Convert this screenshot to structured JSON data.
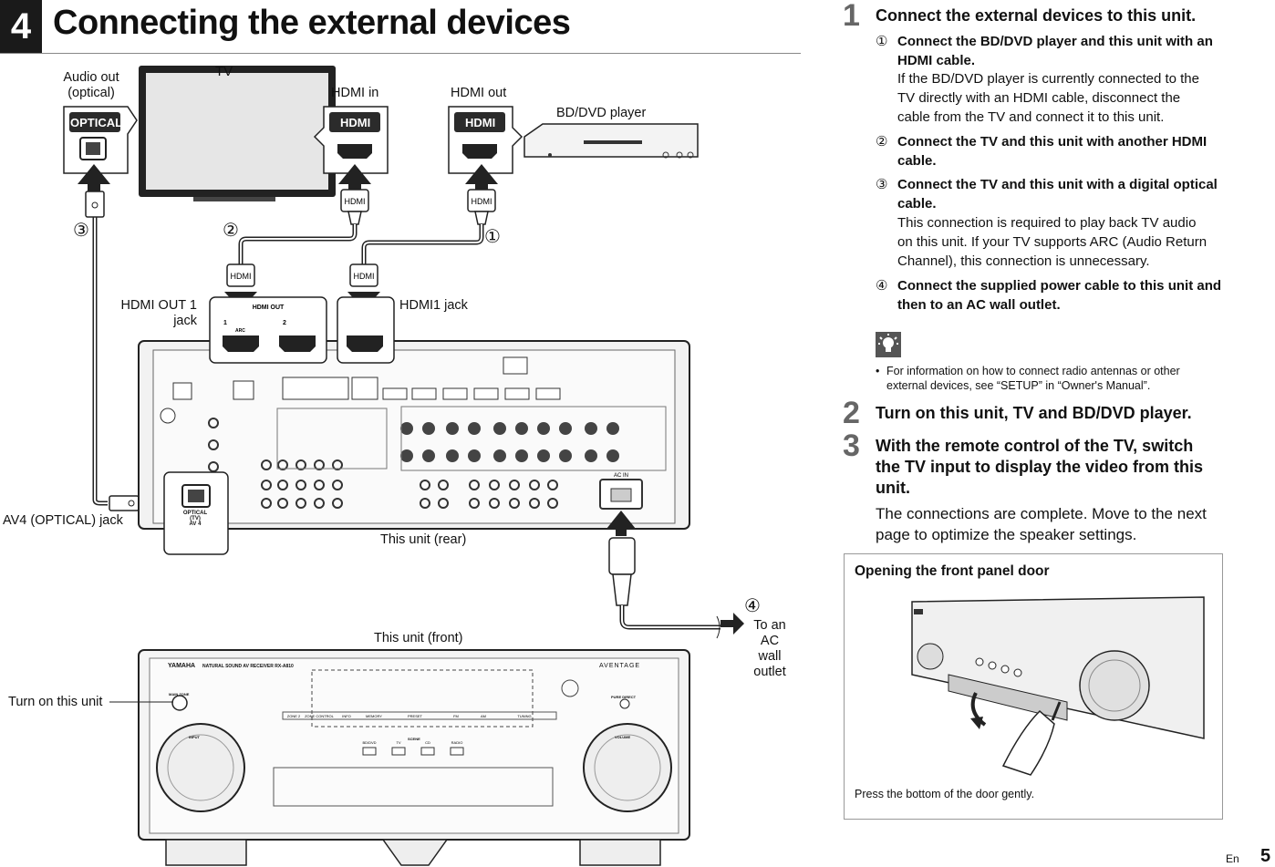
{
  "header": {
    "section_number": "4",
    "title": "Connecting the external devices"
  },
  "diagram": {
    "tv_label": "TV",
    "audio_out_label_line1": "Audio out",
    "audio_out_label_line2": "(optical)",
    "optical_badge": "OPTICAL",
    "hdmi_in_label": "HDMI in",
    "hdmi_out_label": "HDMI out",
    "hdmi_badge": "HDMI",
    "bd_label": "BD/DVD player",
    "plug_label": "HDMI",
    "marker_1": "①",
    "marker_2": "②",
    "marker_3": "③",
    "marker_4": "④",
    "hdmi_out1_jack_line1": "HDMI OUT 1",
    "hdmi_out1_jack_line2": "jack",
    "hdmi1_jack": "HDMI1 jack",
    "hdmi_out_panel": "HDMI OUT",
    "panel_1": "1",
    "panel_2": "2",
    "panel_arc": "ARC",
    "av4_optical_jack": "AV4 (OPTICAL) jack",
    "optical_tv_av4": [
      "OPTICAL",
      "(TV)",
      "AV 4"
    ],
    "rear_label": "This unit (rear)",
    "front_label": "This unit (front)",
    "ac_line1": "To an AC",
    "ac_line2": "wall outlet",
    "ac_in": "AC IN",
    "turn_on_label": "Turn on this unit",
    "front_brand": "YAMAHA",
    "front_model": "NATURAL SOUND AV RECEIVER  RX-A810",
    "front_logo": "AVENTAGE",
    "front_main_zone": "MAIN ZONE",
    "front_pure_direct": "PURE DIRECT",
    "front_input": "INPUT",
    "front_volume": "VOLUME",
    "front_scene": "SCENE",
    "front_scene_buttons": [
      "BD/DVD",
      "TV",
      "CD",
      "RADIO"
    ],
    "front_controls": [
      "ZONE 2",
      "ZONE CONTROL",
      "INFO",
      "MEMORY",
      "PRESET",
      "FM",
      "AM",
      "TUNING"
    ]
  },
  "right": {
    "step1": {
      "num": "1",
      "title": "Connect the external devices to this unit.",
      "items": [
        {
          "mark": "①",
          "bold_line1": "Connect the BD/DVD player and this unit with an",
          "bold_line2": "HDMI cable.",
          "desc": [
            "If the BD/DVD player is currently connected to the",
            "TV directly with an HDMI cable, disconnect the",
            "cable from the TV and connect it to this unit."
          ]
        },
        {
          "mark": "②",
          "bold_line1": "Connect the TV and this unit with another HDMI",
          "bold_line2": "cable."
        },
        {
          "mark": "③",
          "bold_line1": "Connect the TV and this unit with a digital optical",
          "bold_line2": "cable.",
          "desc": [
            "This connection is required to play back TV audio",
            "on this unit. If your TV supports ARC (Audio Return",
            "Channel), this connection is unnecessary."
          ]
        },
        {
          "mark": "④",
          "bold_line1": "Connect the supplied power cable to this unit and",
          "bold_line2": "then to an AC wall outlet."
        }
      ]
    },
    "tip": {
      "icon": "lightbulb-icon",
      "line1": "For information on how to connect radio antennas or other",
      "line2": "external devices, see “SETUP” in “Owner's Manual”."
    },
    "step2": {
      "num": "2",
      "title": "Turn on this unit, TV and BD/DVD player."
    },
    "step3": {
      "num": "3",
      "title_line1": "With the remote control of the TV, switch",
      "title_line2": "the TV input to display the video from this",
      "title_line3": "unit.",
      "para_line1": "The connections are complete. Move to the next",
      "para_line2": "page to optimize the speaker settings."
    },
    "panel": {
      "title": "Opening the front panel door",
      "caption": "Press the bottom of the door gently."
    }
  },
  "footer": {
    "lang": "En",
    "page": "5"
  }
}
